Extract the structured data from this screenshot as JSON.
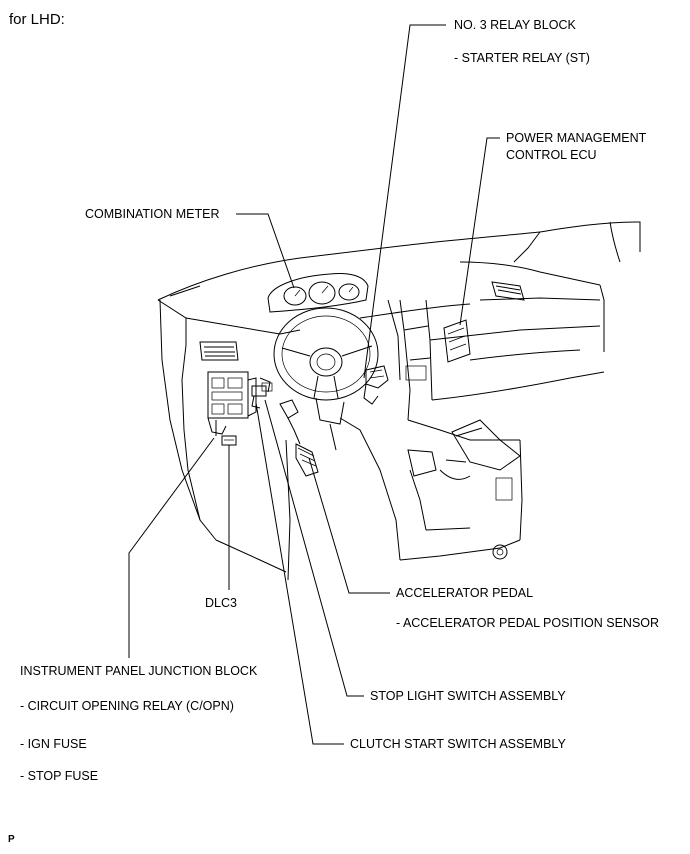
{
  "header": {
    "variant": "for LHD:"
  },
  "labels": {
    "relay_block": "NO. 3 RELAY BLOCK",
    "starter_relay": "- STARTER RELAY (ST)",
    "pm_ecu_line1": "POWER MANAGEMENT",
    "pm_ecu_line2": "CONTROL ECU",
    "combination_meter": "COMBINATION METER",
    "dlc3": "DLC3",
    "accel_pedal": "ACCELERATOR PEDAL",
    "accel_sensor": "- ACCELERATOR PEDAL POSITION SENSOR",
    "ip_junction_block": "INSTRUMENT PANEL JUNCTION BLOCK",
    "circuit_opening_relay": "- CIRCUIT OPENING RELAY (C/OPN)",
    "ign_fuse": "- IGN FUSE",
    "stop_fuse": "- STOP FUSE",
    "stop_light_switch": "STOP LIGHT SWITCH ASSEMBLY",
    "clutch_start_switch": "CLUTCH START SWITCH ASSEMBLY"
  },
  "footer": {
    "code": "P"
  }
}
